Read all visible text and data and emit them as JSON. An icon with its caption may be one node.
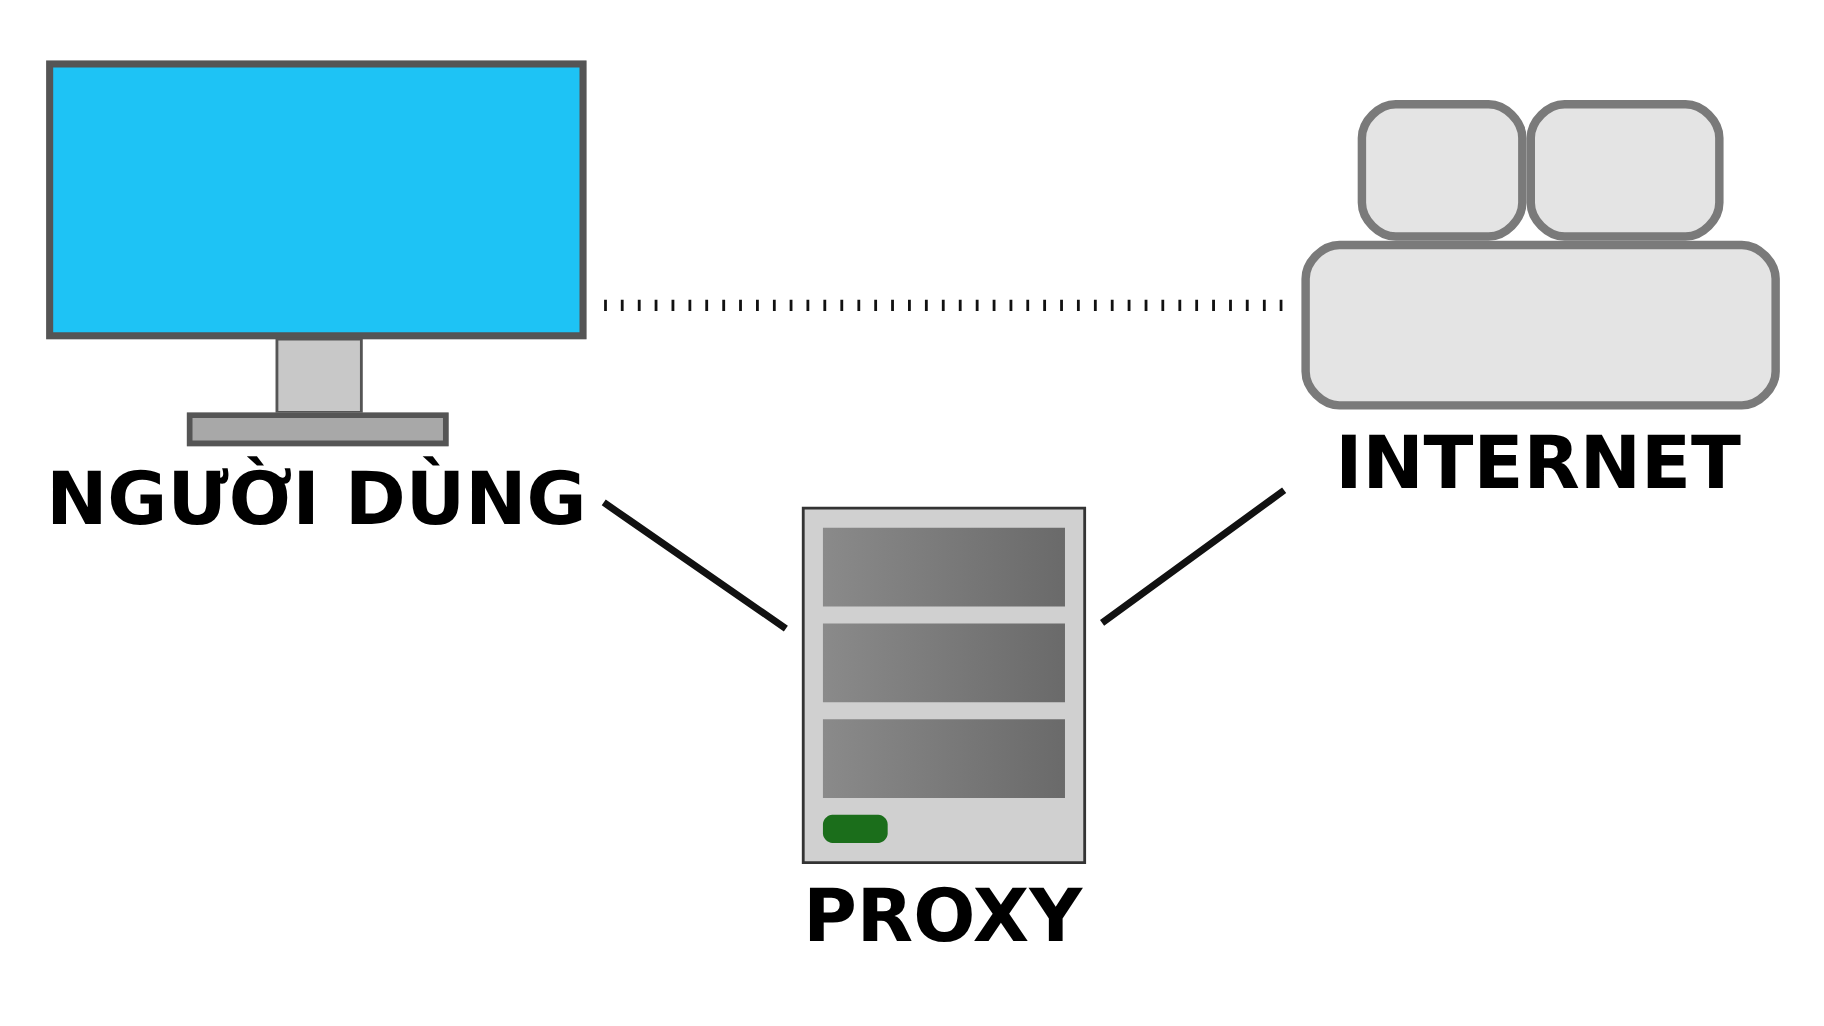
{
  "diagram": {
    "nodes": [
      {
        "text": [
          "NGƯỜI DÙNG"
        ]
      },
      {
        "text": [
          "INTERNET"
        ]
      },
      {
        "text": [
          "PROXY"
        ]
      }
    ],
    "edges": [
      {
        "from": 0,
        "to": 1,
        "arrow": "none",
        "style": "dashed"
      },
      {
        "from": 0,
        "to": 2,
        "arrow": "none"
      },
      {
        "from": 2,
        "to": 1,
        "arrow": "none"
      }
    ]
  }
}
